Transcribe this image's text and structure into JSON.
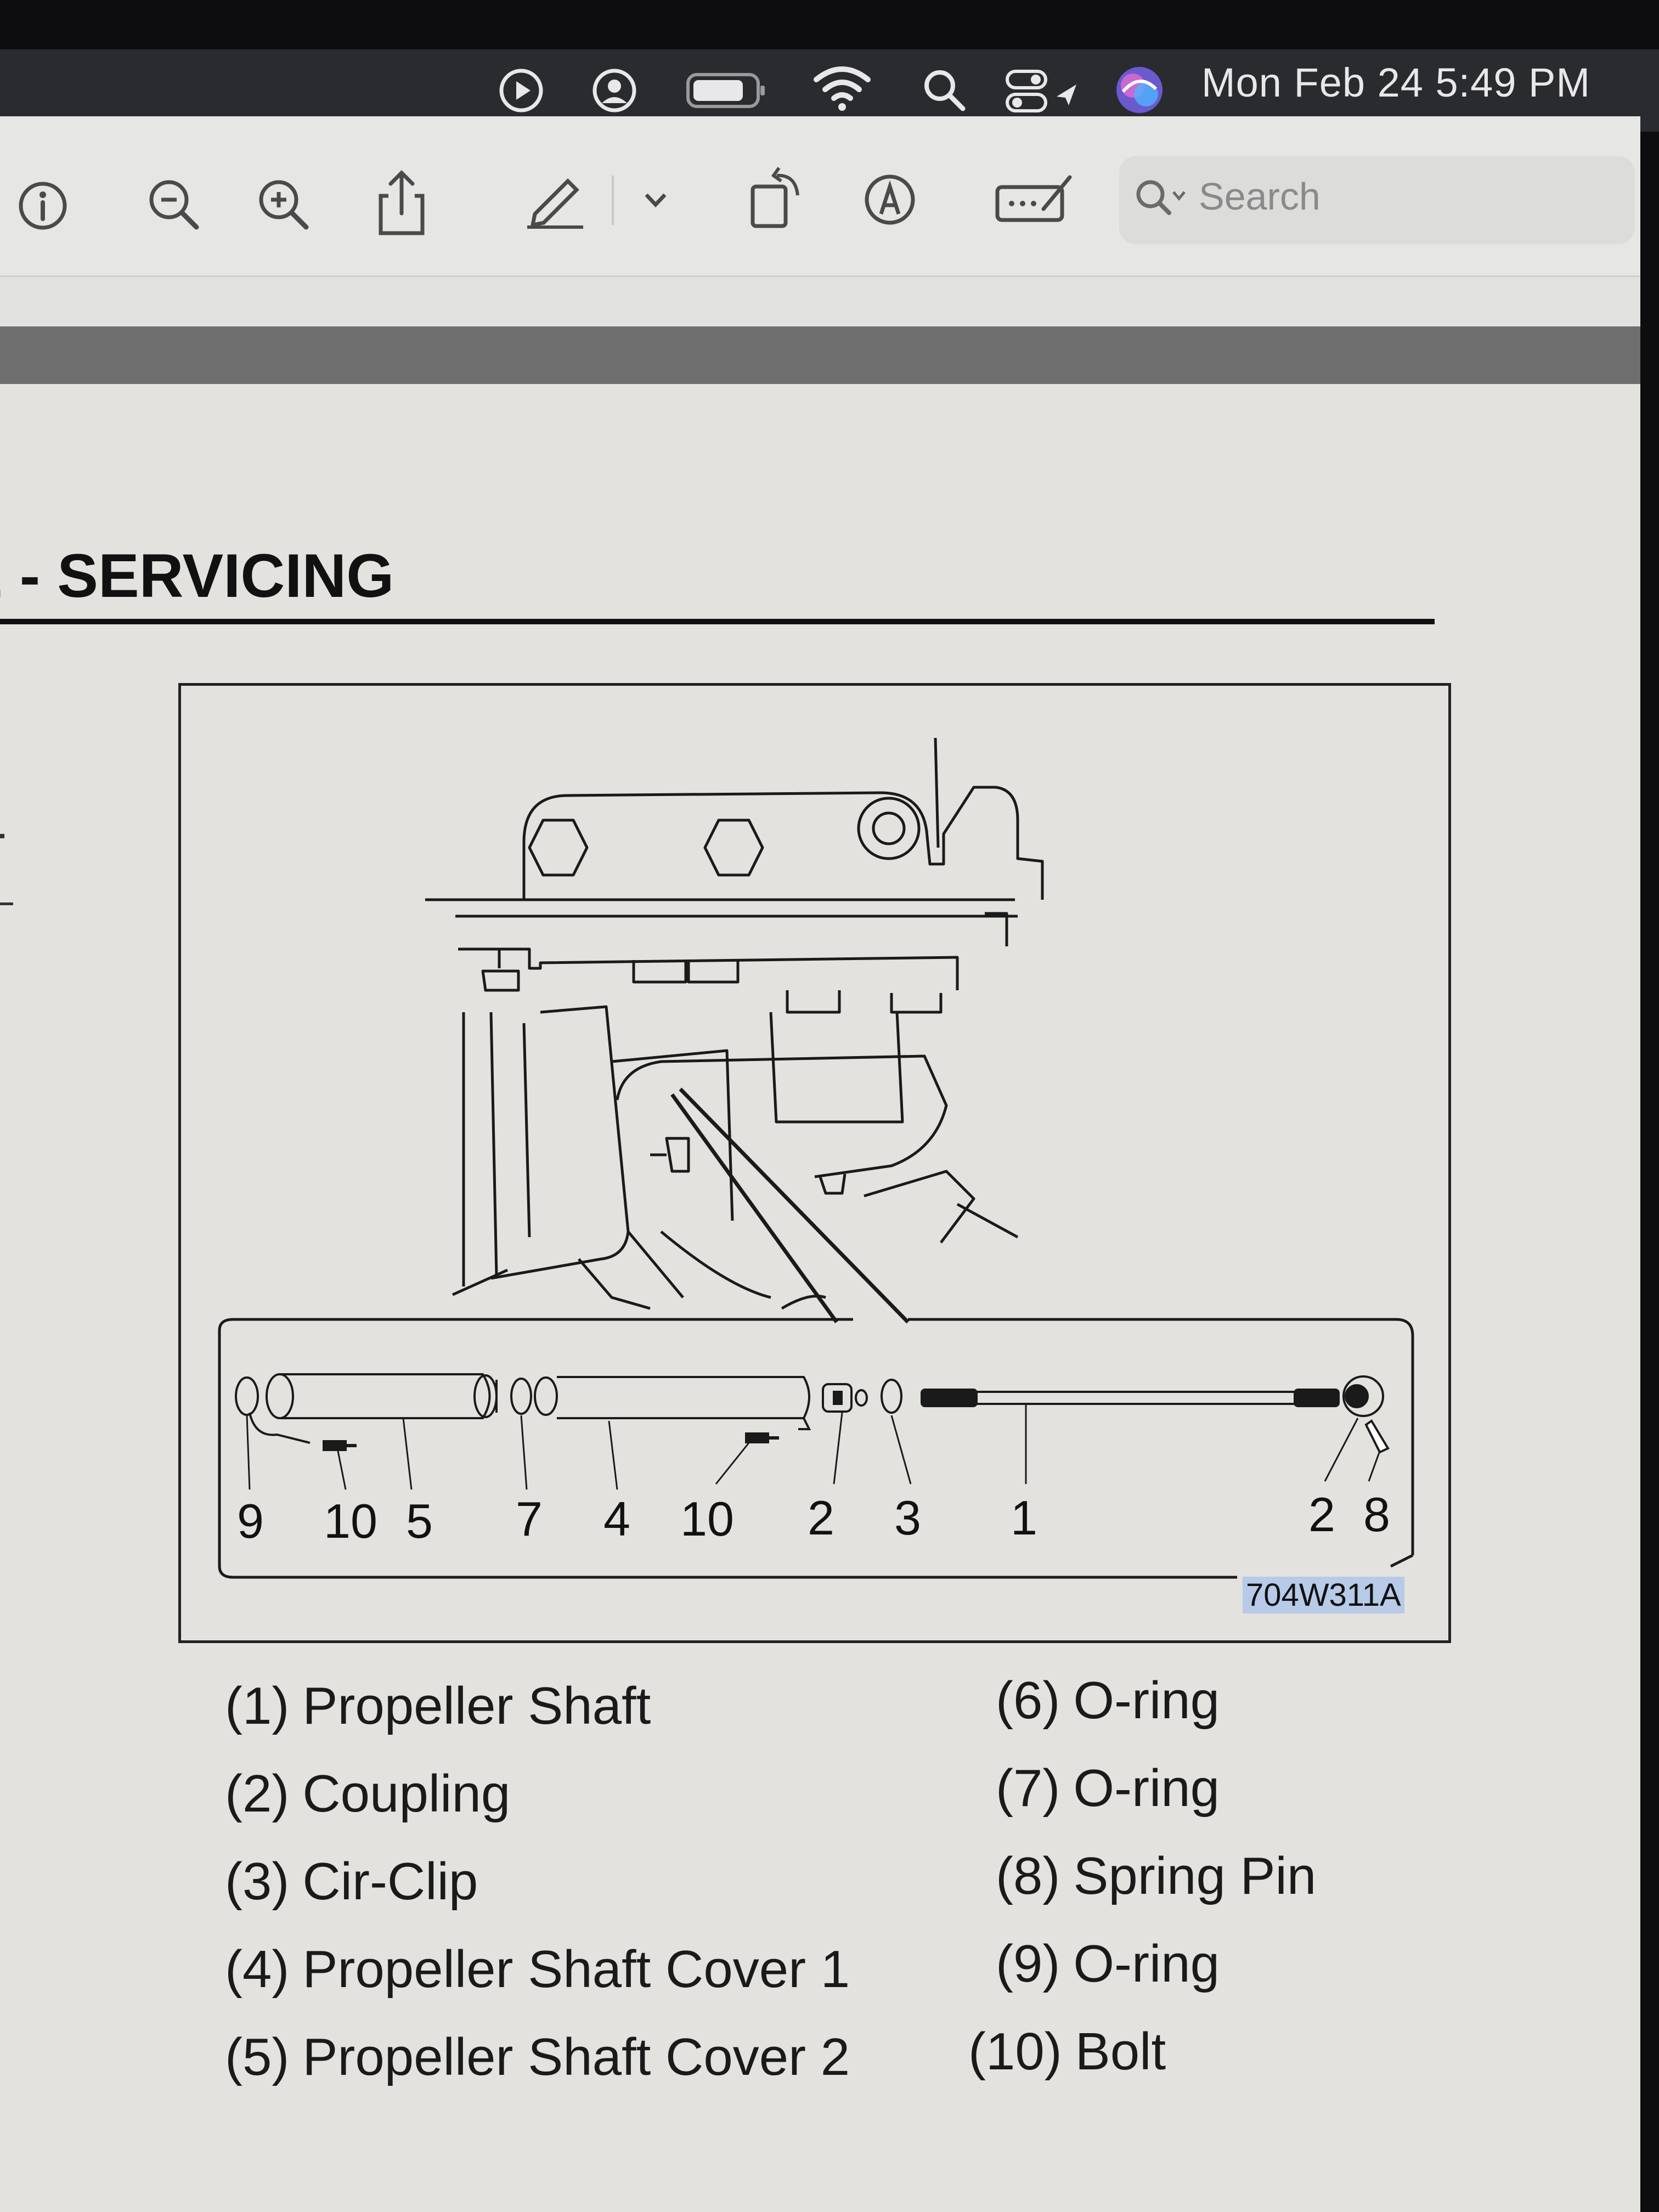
{
  "menu_bar": {
    "icons": [
      "play-circle-icon",
      "user-circle-icon",
      "battery-icon",
      "wifi-icon",
      "search-icon",
      "control-center-icon",
      "siri-icon"
    ],
    "clock": "Mon Feb 24  5:49 PM"
  },
  "toolbar": {
    "icons": [
      "info-icon",
      "zoom-out-icon",
      "zoom-in-icon",
      "share-icon",
      "markup-pencil-icon",
      "chevron-down-icon",
      "rotate-icon",
      "annotate-icon",
      "form-fill-icon"
    ],
    "search_placeholder": "Search"
  },
  "document": {
    "section_title": "E - SERVICING",
    "figure_code": "704W311A",
    "callouts": [
      "9",
      "10",
      "5",
      "7",
      "4",
      "10",
      "2",
      "3",
      "1",
      "2",
      "8"
    ],
    "parts_left": [
      {
        "num": "(1)",
        "label": "Propeller Shaft"
      },
      {
        "num": "(2)",
        "label": "Coupling"
      },
      {
        "num": "(3)",
        "label": "Cir-Clip"
      },
      {
        "num": "(4)",
        "label": "Propeller Shaft Cover 1"
      },
      {
        "num": "(5)",
        "label": "Propeller Shaft Cover 2"
      }
    ],
    "parts_right": [
      {
        "num": "(6)",
        "label": "O-ring"
      },
      {
        "num": "(7)",
        "label": "O-ring"
      },
      {
        "num": "(8)",
        "label": "Spring Pin"
      },
      {
        "num": "(9)",
        "label": "O-ring"
      },
      {
        "num": "(10)",
        "label": "Bolt"
      }
    ]
  },
  "colors": {
    "menubar_bg": "#2a2b2e",
    "toolbar_bg": "#e6e6e4",
    "page_bg": "#e3e2de",
    "ink": "#111111",
    "highlight": "#b7cbe8"
  }
}
